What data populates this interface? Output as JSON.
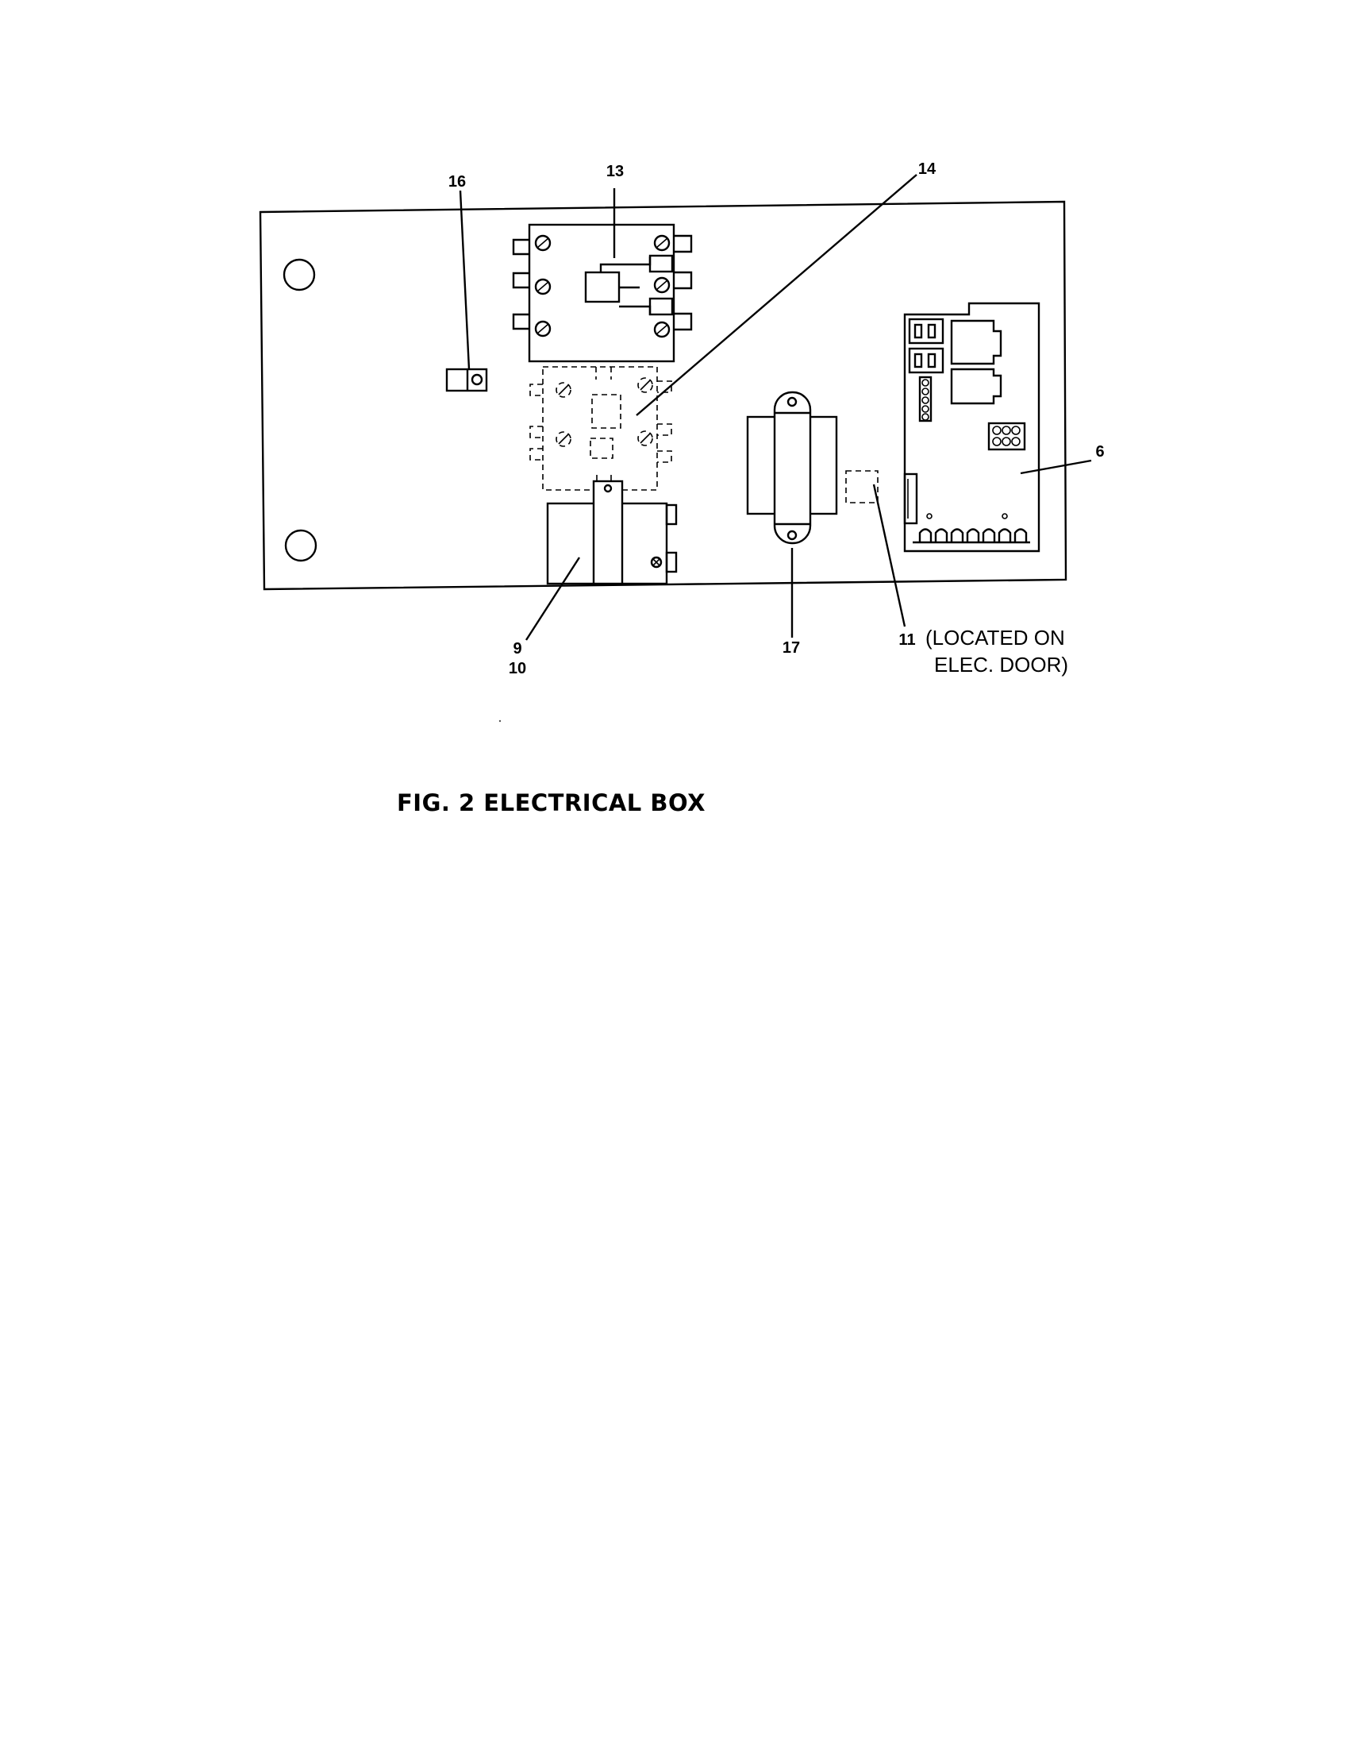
{
  "figure": {
    "caption": "FIG. 2 ELECTRICAL BOX",
    "callouts": {
      "c16": "16",
      "c13": "13",
      "c14": "14",
      "c6": "6",
      "c9": "9",
      "c10": "10",
      "c17": "17",
      "c11": "11"
    },
    "note_line1": "(LOCATED ON",
    "note_line2": "ELEC. DOOR)"
  }
}
